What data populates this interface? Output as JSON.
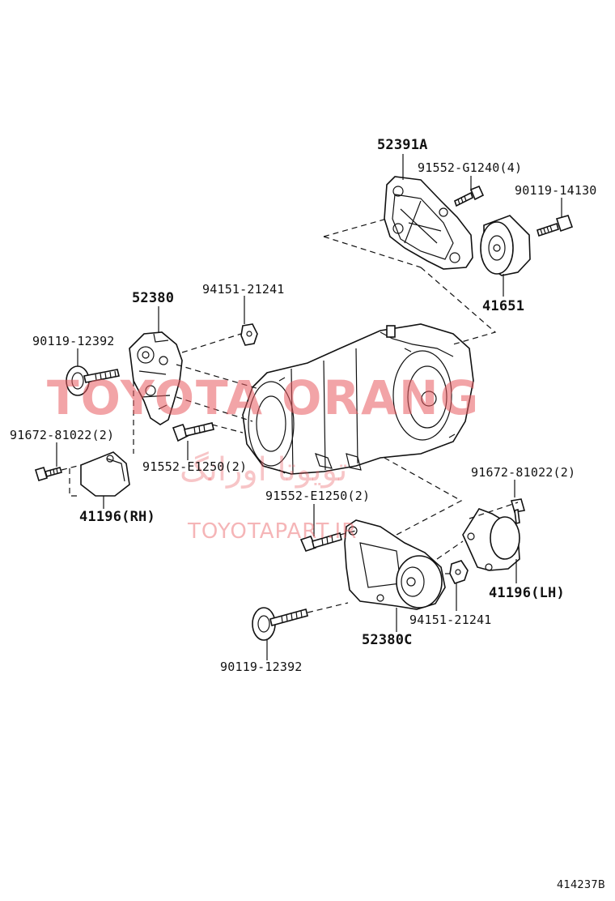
{
  "labels": {
    "p52391A": "52391A",
    "p91552_G1240": "91552-G1240(4)",
    "p90119_14130": "90119-14130",
    "p41651": "41651",
    "p52380": "52380",
    "p94151_top": "94151-21241",
    "p90119_12392_top": "90119-12392",
    "p91672_left": "91672-81022(2)",
    "p91552_E1250_left": "91552-E1250(2)",
    "p41196_rh": "41196(RH)",
    "p91552_E1250_mid": "91552-E1250(2)",
    "p91672_right": "91672-81022(2)",
    "p41196_lh": "41196(LH)",
    "p94151_bottom": "94151-21241",
    "p52380C": "52380C",
    "p90119_12392_bottom": "90119-12392",
    "diagram_id": "414237B"
  },
  "watermark": {
    "brand": "TOYOTA ORANG",
    "url": "TOYOTAPART.IR",
    "persian": "تویوتا اورانگ"
  },
  "colors": {
    "line": "#111111",
    "watermark": "#e85a5f"
  }
}
